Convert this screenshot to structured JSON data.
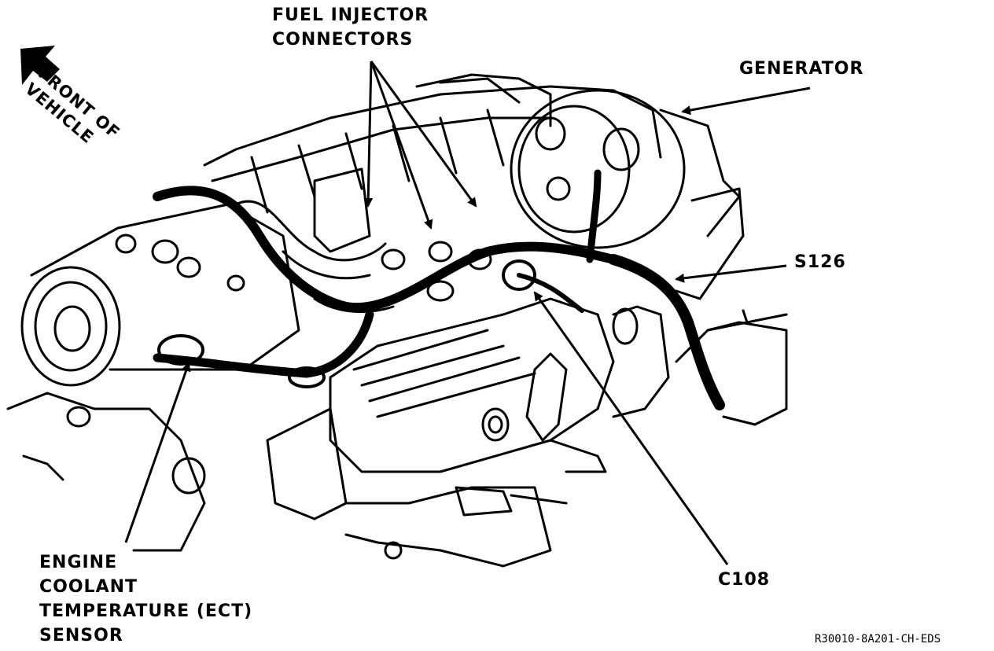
{
  "labels": {
    "front_line1": "FRONT OF",
    "front_line2": "VEHICLE",
    "fuel_line1": "FUEL INJECTOR",
    "fuel_line2": "CONNECTORS",
    "generator": "GENERATOR",
    "s126": "S126",
    "c108": "C108",
    "ect_line1": "ENGINE",
    "ect_line2": "COOLANT",
    "ect_line3": "TEMPERATURE (ECT)",
    "ect_line4": "SENSOR",
    "ref_code": "R30010-8A201-CH-EDS"
  },
  "colors": {
    "ink": "#000000",
    "paper": "#ffffff"
  }
}
